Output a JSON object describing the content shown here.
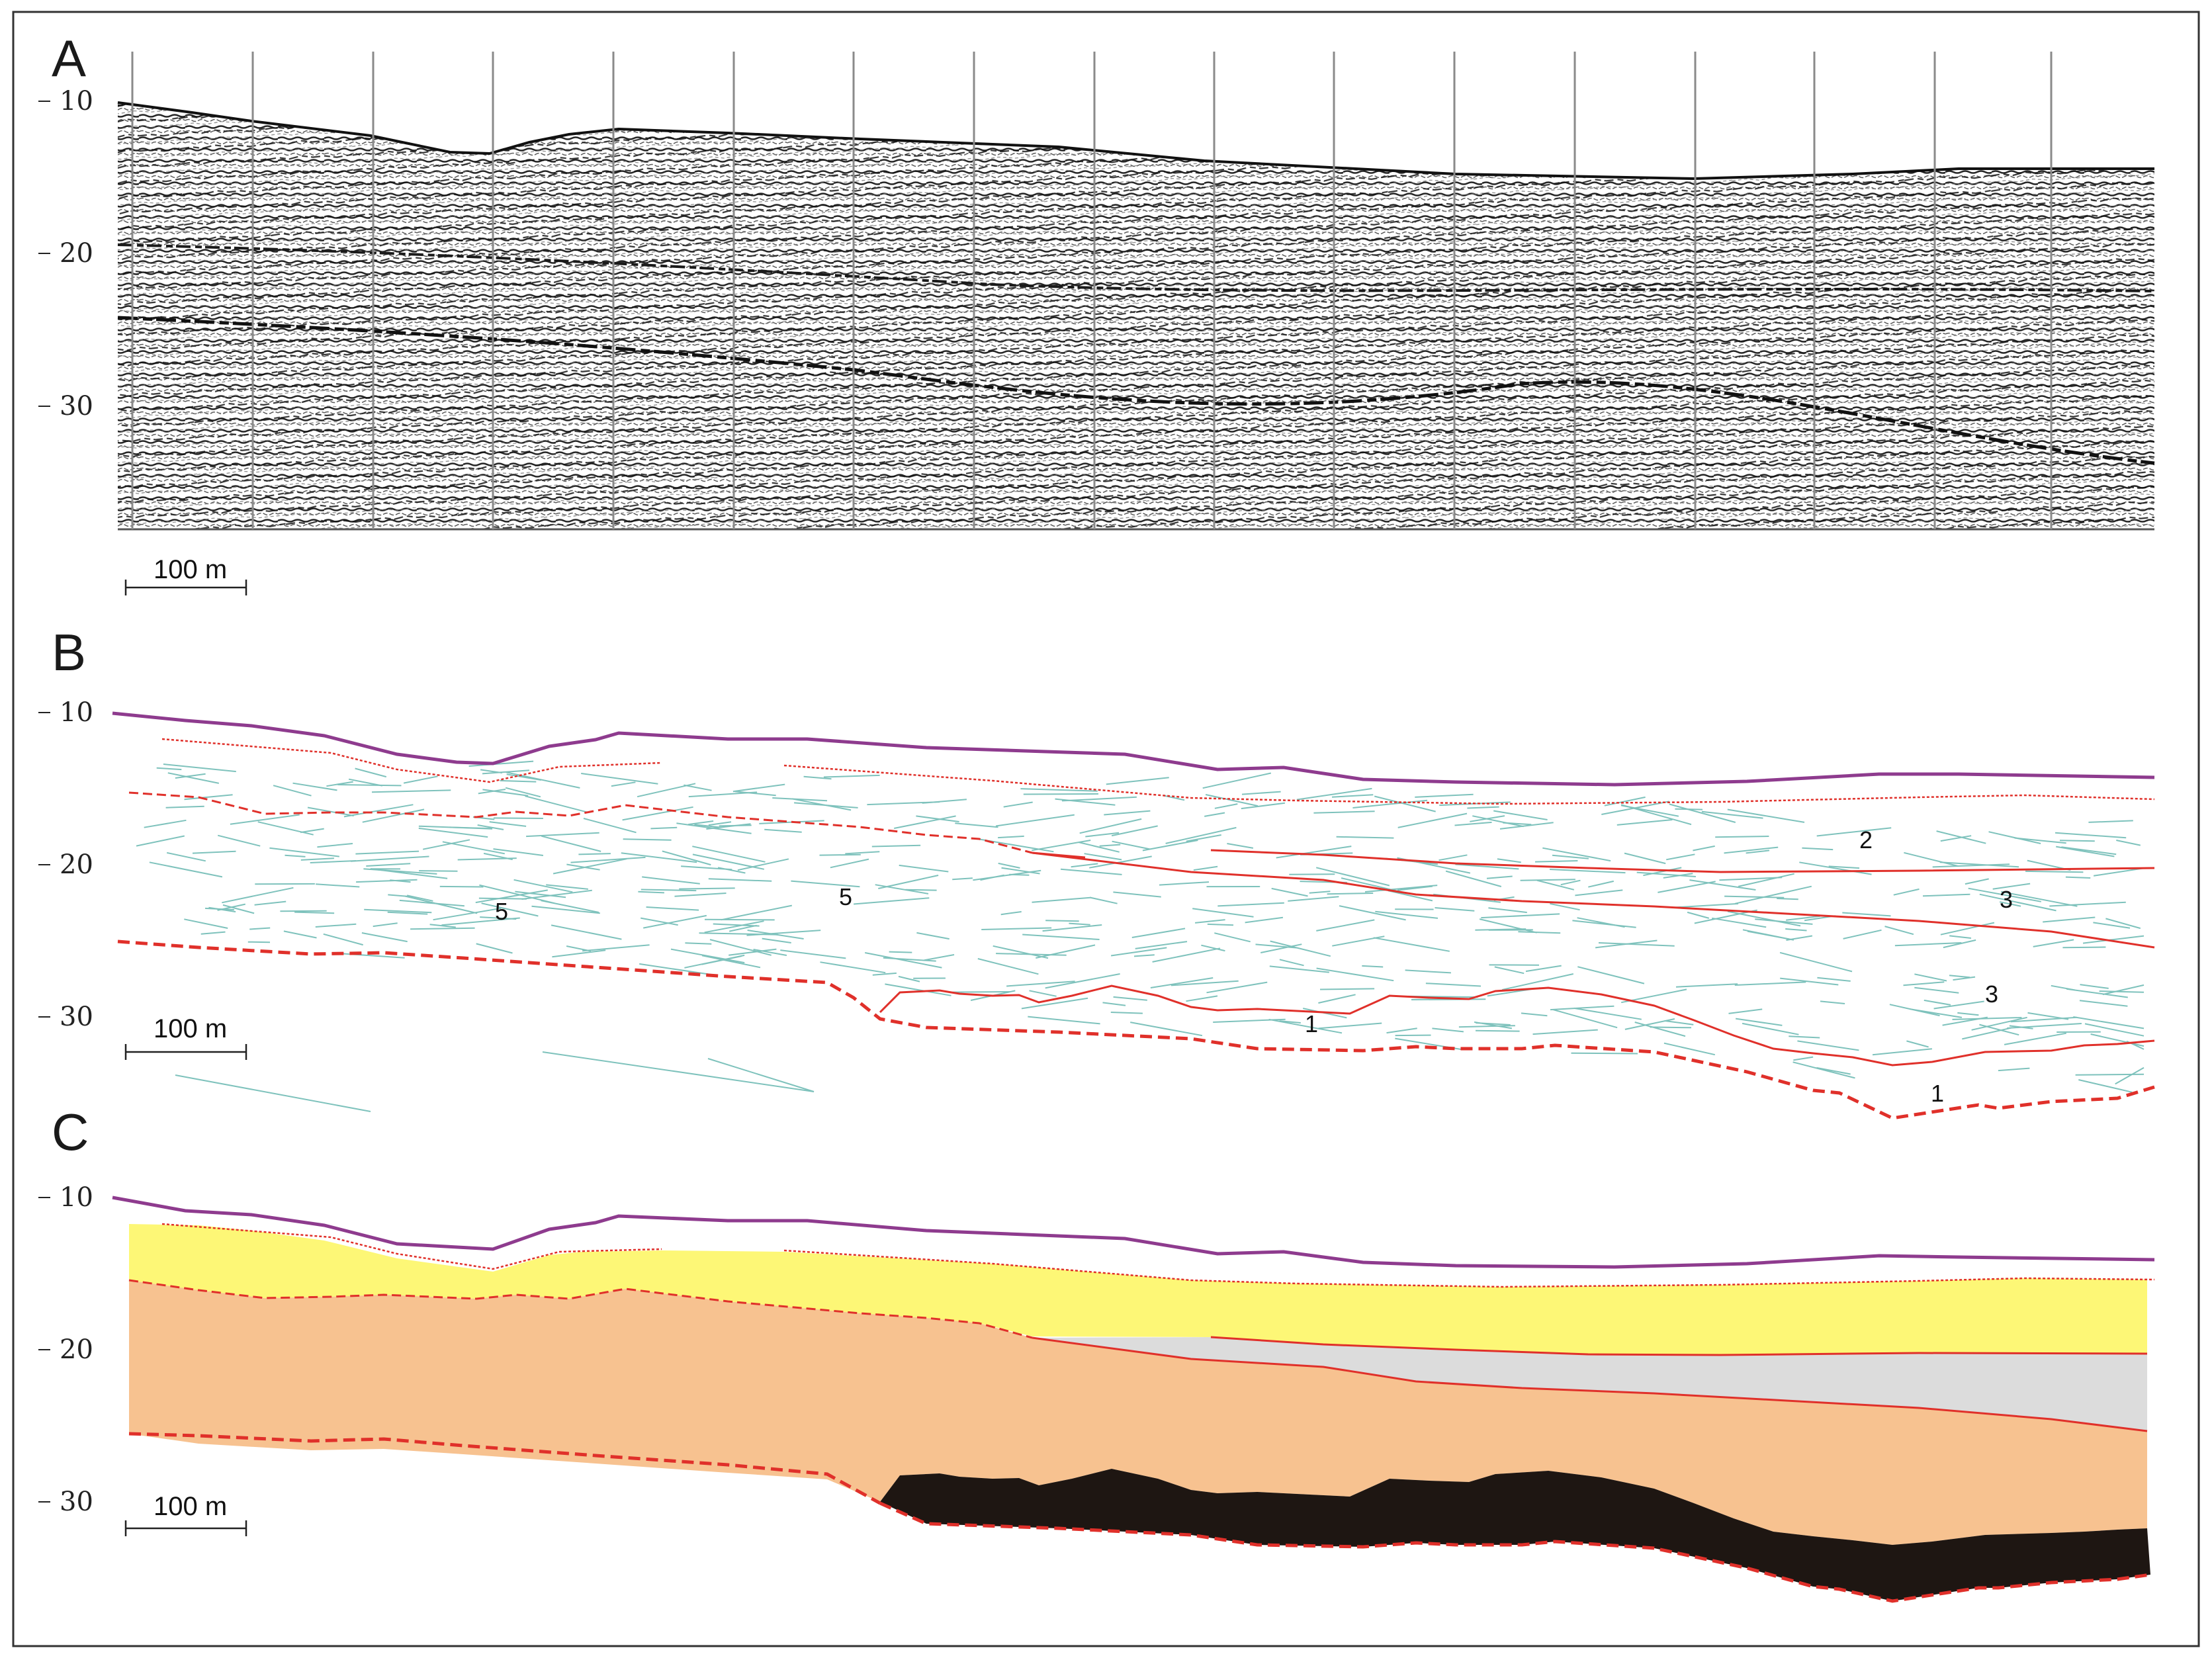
{
  "figure": {
    "panels": [
      {
        "id": "A",
        "letter": "A"
      },
      {
        "id": "B",
        "letter": "B"
      },
      {
        "id": "C",
        "letter": "C"
      }
    ],
    "depth_ticks": [
      "10",
      "20",
      "30"
    ],
    "scale_bar": {
      "label": "100 m"
    },
    "unit_labels": [
      {
        "text": "5"
      },
      {
        "text": "5"
      },
      {
        "text": "2"
      },
      {
        "text": "3"
      },
      {
        "text": "3"
      },
      {
        "text": "1"
      },
      {
        "text": "1"
      }
    ],
    "colors": {
      "seabed_line": "#8e3b8e",
      "boundary_red": "#e0302a",
      "reflector_teal": "#7ec2bc",
      "unit_yellow": "#fdf776",
      "unit_orange": "#f7c290",
      "unit_grey": "#dcdcdc",
      "unit_black": "#1e1612",
      "frame": "#333333",
      "trace_lines": "#8a8a8a"
    }
  }
}
